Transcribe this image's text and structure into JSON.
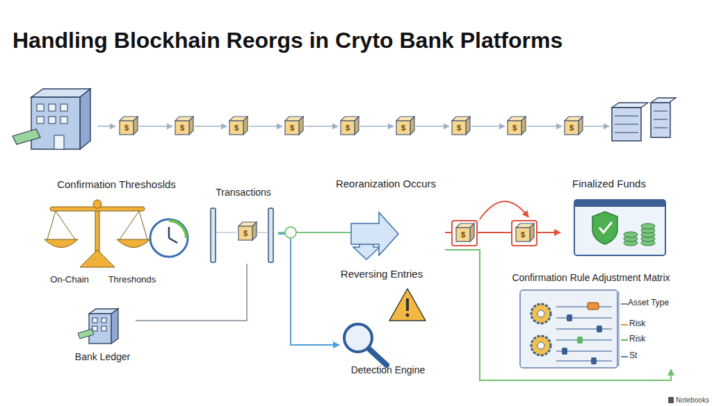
{
  "diagram": {
    "title": "Handling Blockhain Reorgs in Cryto Bank Platforms",
    "nodes": [
      {
        "text": [
          "Confirmation Threshoslds"
        ]
      },
      {
        "text": [
          "Transactions"
        ]
      },
      {
        "text": [
          "Reoranization Occurs"
        ]
      },
      {
        "text": [
          "Finalized Funds"
        ]
      },
      {
        "text": [
          "Confirmation Rule Adjustment Matrix",
          "Asset Type",
          "Risk",
          "Risk",
          "St"
        ]
      },
      {
        "text": [
          "Bank Ledger"
        ]
      },
      {
        "text": [
          "Detection Engine"
        ]
      }
    ],
    "edges": [
      {
        "from": 5,
        "to": 1,
        "arrow": "none"
      },
      {
        "from": 1,
        "to": 2,
        "arrow": "none"
      },
      {
        "from": 1,
        "to": 6,
        "arrow": "to"
      },
      {
        "from": 2,
        "to": 3,
        "arrow": "to"
      },
      {
        "from": 2,
        "to": 4,
        "arrow": "to"
      }
    ],
    "labels": [
      "$",
      "$",
      "$",
      "$",
      "$",
      "$",
      "$",
      "$",
      "$",
      "$",
      "$",
      "$",
      "On-Chain",
      "Threshonds",
      "Reversing Entries",
      "Notebooks"
    ]
  }
}
